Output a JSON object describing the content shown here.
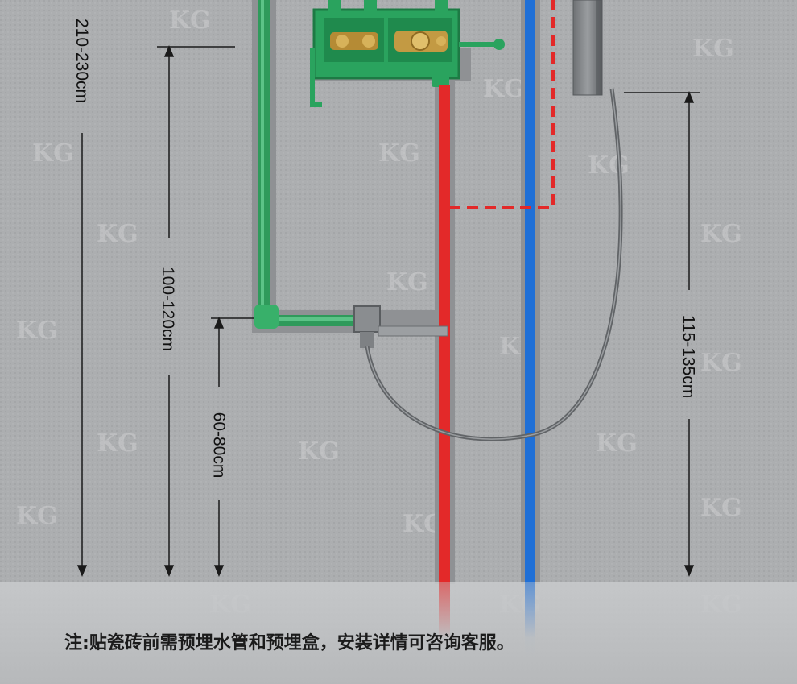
{
  "dimensions": {
    "overall": "210-230cm",
    "mixer": "100-120cm",
    "outlet": "60-80cm",
    "handheld": "115-135cm"
  },
  "note": "注:贴瓷砖前需预埋水管和预埋盒，安装详情可咨询客服。",
  "watermark": "KG",
  "colors": {
    "hot_pipe": "#e32929",
    "cold_pipe": "#1f6fd6",
    "ppr_pipe": "#35b36a",
    "dashed_connection": "#e32929"
  }
}
